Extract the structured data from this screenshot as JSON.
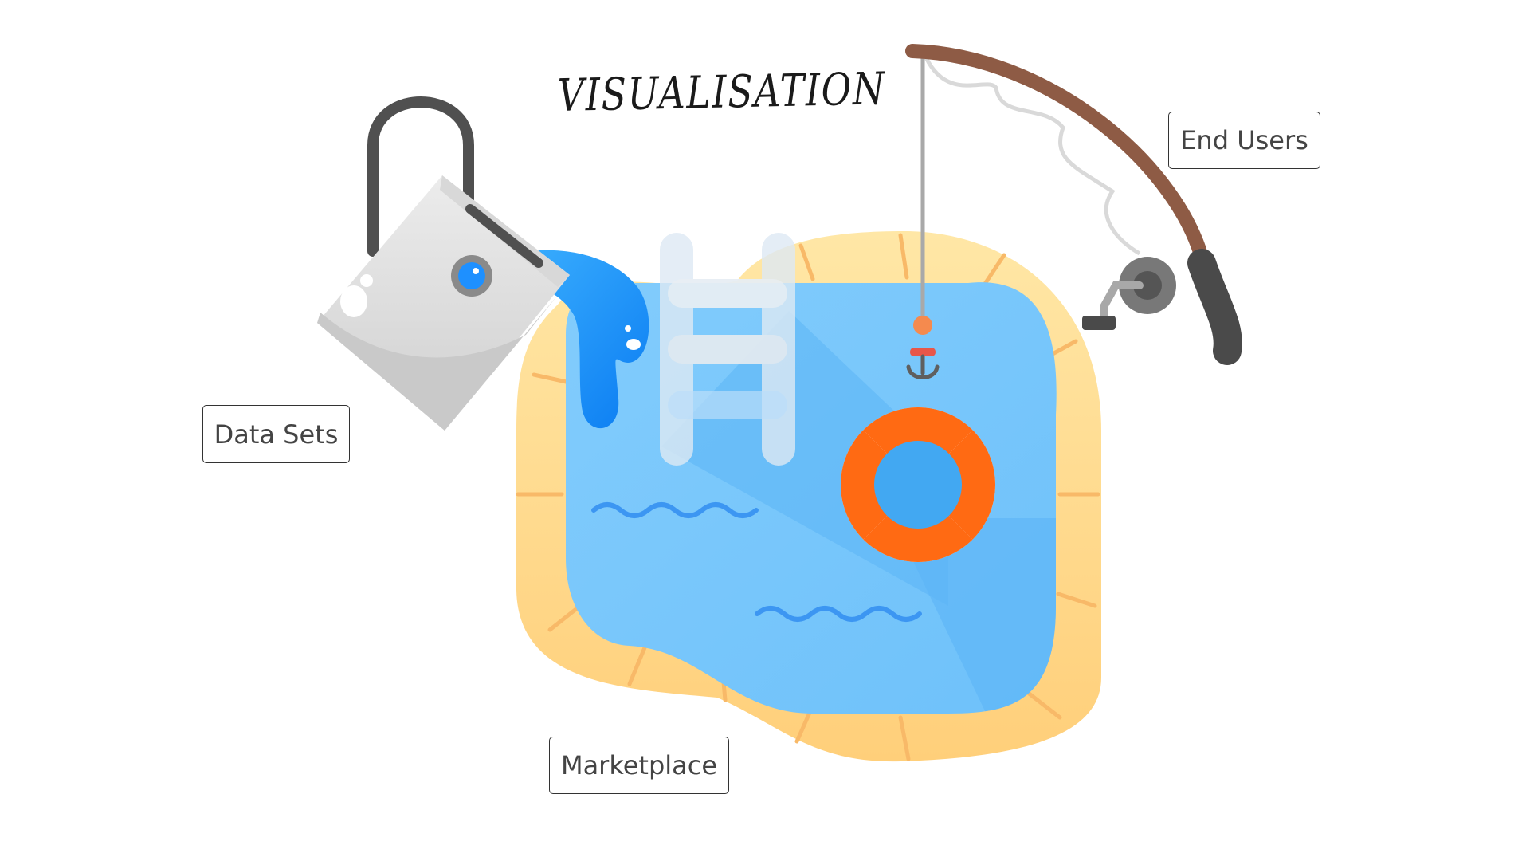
{
  "title": "VISUALISATION",
  "labels": {
    "end_users": "End Users",
    "data_sets": "Data Sets",
    "marketplace": "Marketplace"
  },
  "icons": [
    "bucket-icon",
    "ladder-icon",
    "fishing-rod-icon",
    "lifebuoy-icon",
    "pool-icon"
  ],
  "colors": {
    "pool_rim": "#FFD88A",
    "pool_water": "#7CC8FB",
    "pool_water_shadow": "#5BB4F6",
    "poured_water": "#1E90FF",
    "rod": "#8E5B45",
    "lifebuoy_orange": "#FF6A13",
    "bucket": "#E3E3E3"
  }
}
